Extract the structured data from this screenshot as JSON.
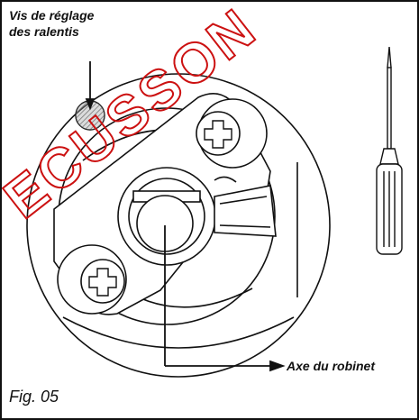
{
  "labels": {
    "screw_line1": "Vis de réglage",
    "screw_line2": "des ralentis",
    "axis": "Axe du robinet",
    "figure": "Fig. 05"
  },
  "watermark": {
    "text": "ECUSSON",
    "color": "#cc1111"
  },
  "colors": {
    "ink": "#111111",
    "paper": "#ffffff",
    "screw_fill": "#9a9a9a"
  }
}
